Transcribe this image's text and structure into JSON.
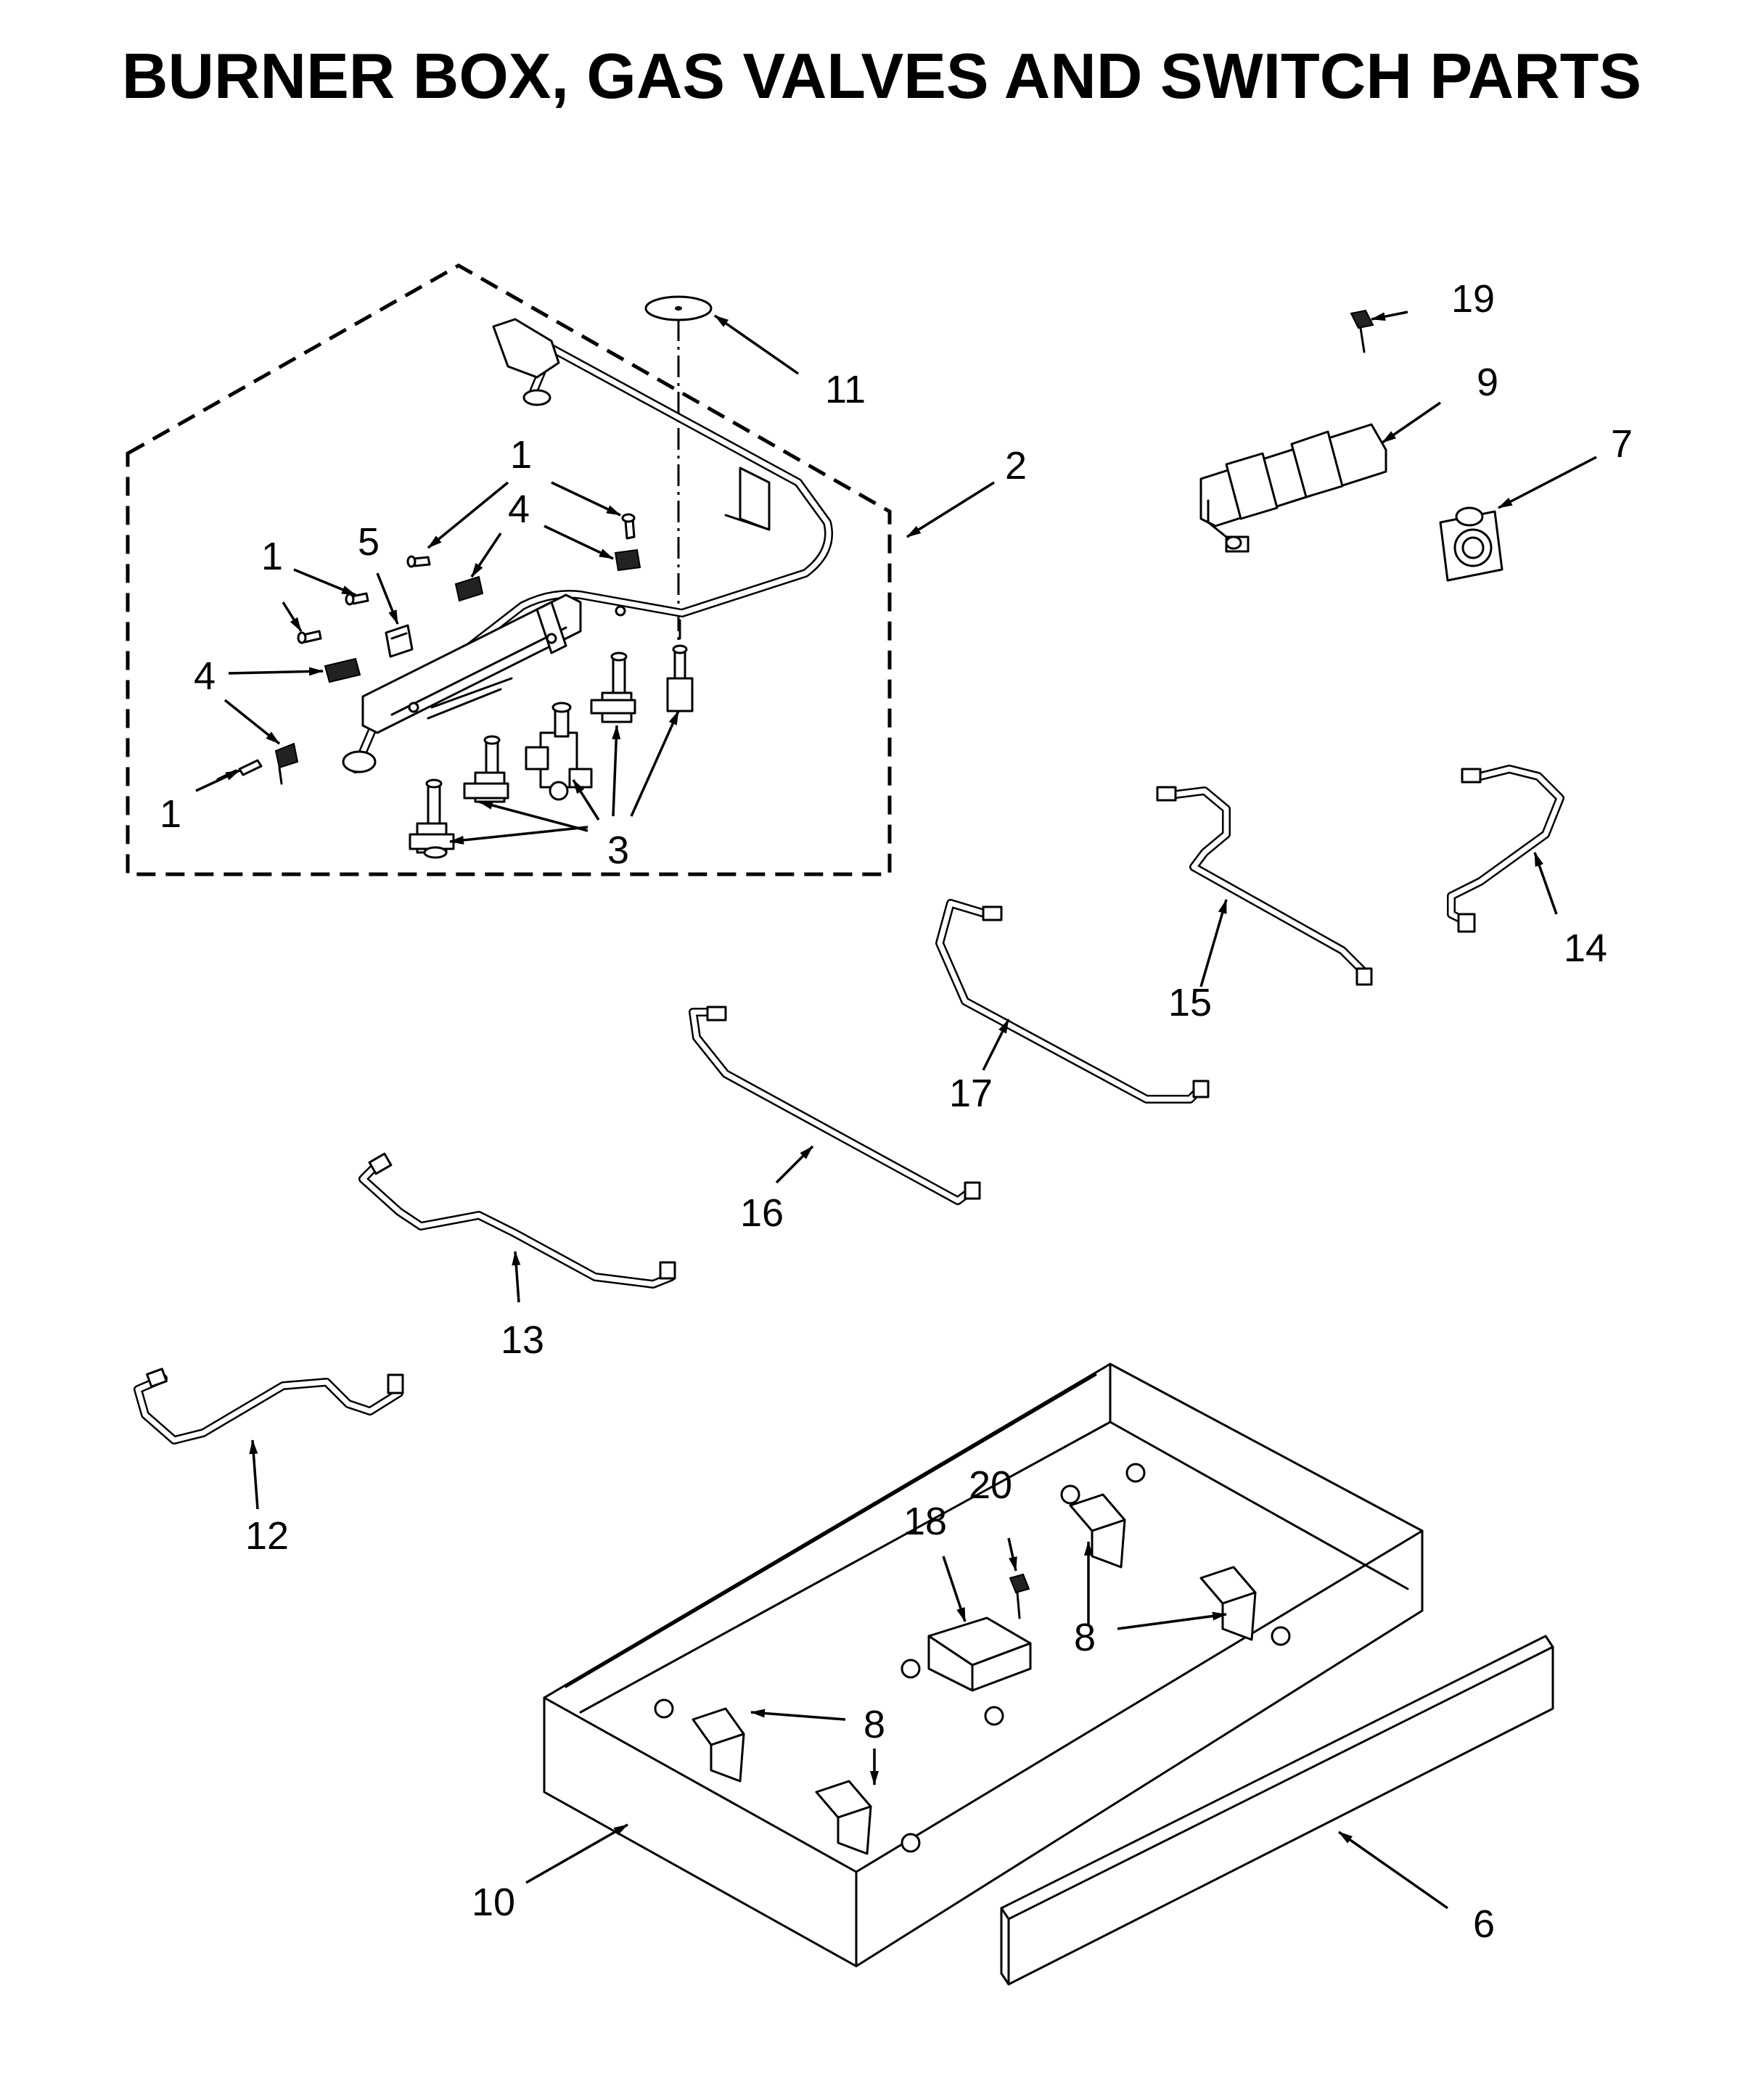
{
  "title": "BURNER BOX, GAS VALVES AND SWITCH PARTS",
  "callouts": {
    "c1": "1",
    "c2": "2",
    "c3": "3",
    "c4": "4",
    "c5": "5",
    "c6": "6",
    "c7": "7",
    "c8": "8",
    "c9": "9",
    "c10": "10",
    "c11": "11",
    "c12": "12",
    "c13": "13",
    "c14": "14",
    "c15": "15",
    "c16": "16",
    "c17": "17",
    "c18": "18",
    "c19": "19",
    "c20": "20"
  }
}
